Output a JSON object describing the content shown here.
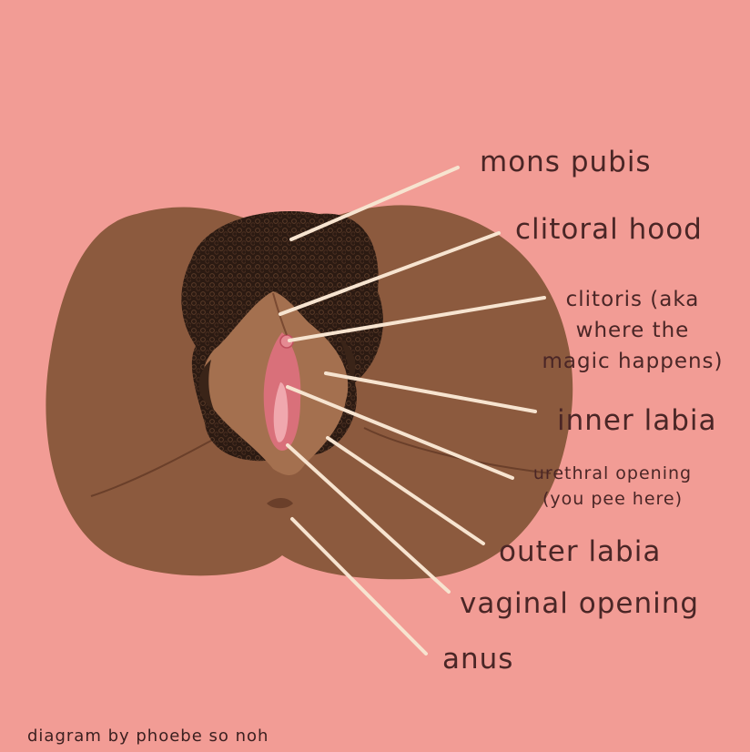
{
  "labels": {
    "mons_pubis": "mons pubis",
    "clitoral_hood": "clitoral hood",
    "clitoris_line1": "clitoris (aka",
    "clitoris_line2": "where the",
    "clitoris_line3": "magic happens)",
    "inner_labia": "inner labia",
    "urethral_line1": "urethral opening",
    "urethral_line2": "(you pee here)",
    "outer_labia": "outer labia",
    "vaginal_opening": "vaginal opening",
    "anus": "anus"
  },
  "credit": "diagram by phoebe so noh",
  "colors": {
    "background": "#f29c95",
    "skin": "#8c5a3e",
    "skin_light": "#a4704f",
    "hair": "#2b1a12",
    "pink": "#d9707a",
    "leader_line": "#f7e4d0",
    "text": "#4a2626"
  }
}
